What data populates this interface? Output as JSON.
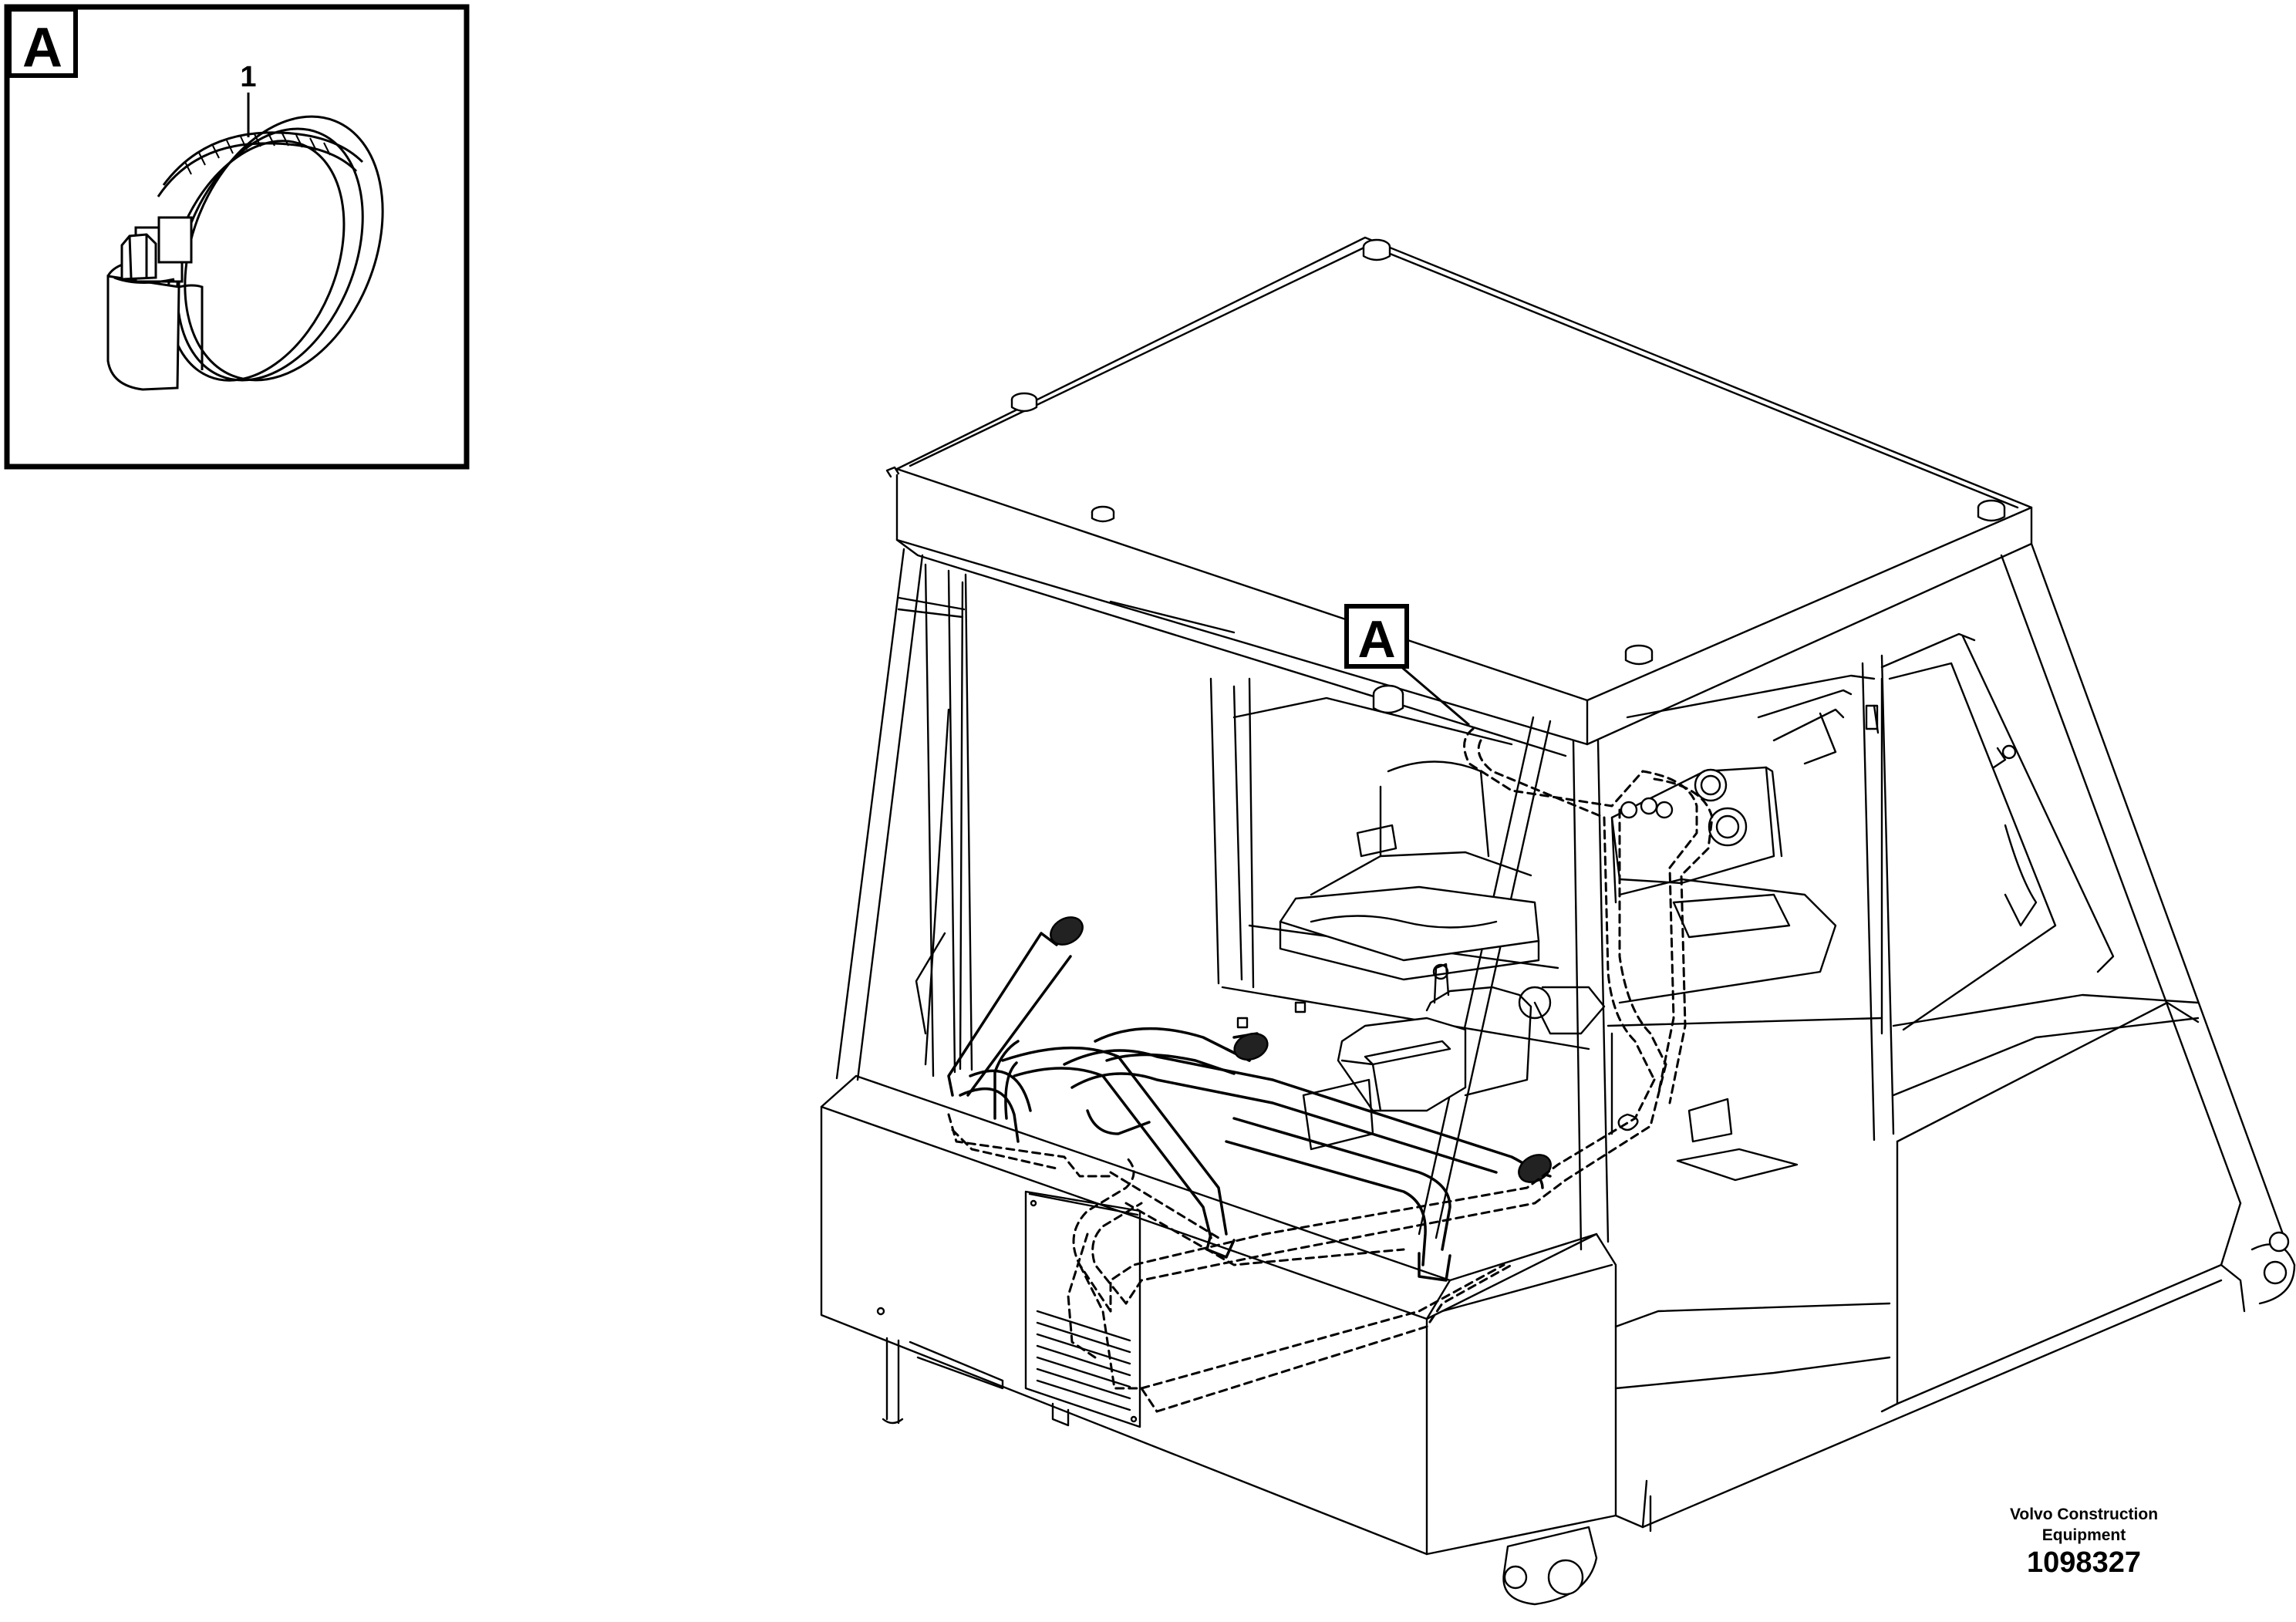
{
  "detail_view": {
    "label": "A",
    "item_number": "1",
    "item_icon": "hose-clamp-icon"
  },
  "main_view": {
    "callout_label": "A"
  },
  "footer": {
    "company_line1": "Volvo Construction",
    "company_line2": "Equipment",
    "drawing_number": "1098327"
  }
}
